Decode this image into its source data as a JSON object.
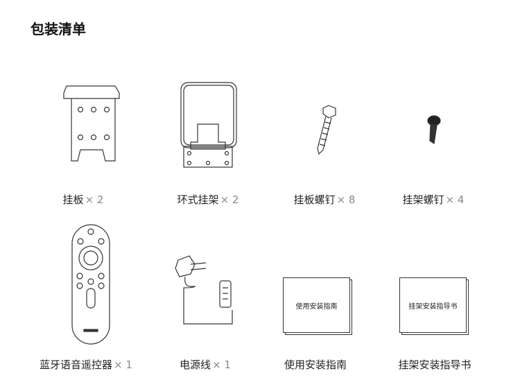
{
  "title": "包装清单",
  "items": [
    {
      "name": "挂板",
      "qty": "× 2"
    },
    {
      "name": "环式挂架",
      "qty": "× 2"
    },
    {
      "name": "挂板螺钉",
      "qty": "× 8"
    },
    {
      "name": "挂架螺钉",
      "qty": "× 4"
    },
    {
      "name": "蓝牙语音遥控器",
      "qty": "× 1"
    },
    {
      "name": "电源线",
      "qty": "× 1"
    },
    {
      "name": "使用安装指南",
      "qty": ""
    },
    {
      "name": "挂架安装指导书",
      "qty": ""
    }
  ],
  "books": {
    "guide_cover": "使用安装指南",
    "bracket_cover": "挂架安装指导书"
  }
}
